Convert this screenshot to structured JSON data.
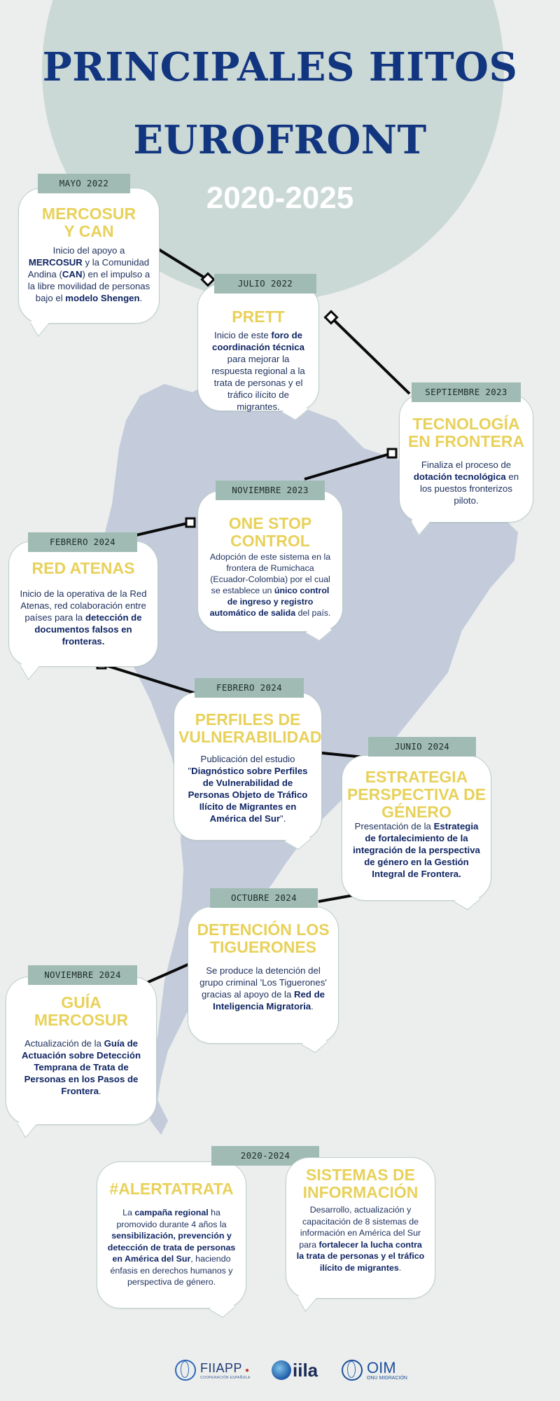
{
  "header": {
    "title_line1": "PRINCIPALES HITOS",
    "title_line2": "EUROFRONT",
    "years": "2020-2025"
  },
  "colors": {
    "title": "#123580",
    "accent_yellow": "#e8d15a",
    "date_bg": "#9fbbb3",
    "circle": "#cbd9d6",
    "map": "#c4ccdc",
    "body_text": "#1c2f5c"
  },
  "milestones": [
    {
      "date": "MAYO 2022",
      "title": "MERCOSUR\nY CAN",
      "text": [
        [
          "Inicio del apoyo a ",
          false
        ],
        [
          "MERCOSUR",
          true
        ],
        [
          " y la Comunidad Andina (",
          false
        ],
        [
          "CAN",
          true
        ],
        [
          ") en el impulso a la libre movilidad de personas bajo el ",
          false
        ],
        [
          "modelo Shengen",
          true
        ],
        [
          ".",
          false
        ]
      ]
    },
    {
      "date": "JULIO 2022",
      "title": "PRETT",
      "text": [
        [
          "Inicio de este ",
          false
        ],
        [
          "foro de coordinación técnica",
          true
        ],
        [
          " para mejorar la respuesta regional a la trata de personas y el tráfico ilícito de migrantes.",
          false
        ]
      ]
    },
    {
      "date": "SEPTIEMBRE 2023",
      "title": "TECNOLOGÍA\nEN FRONTERA",
      "text": [
        [
          "Finaliza el proceso de ",
          false
        ],
        [
          "dotación tecnológica",
          true
        ],
        [
          " en los puestos fronterizos piloto.",
          false
        ]
      ]
    },
    {
      "date": "NOVIEMBRE 2023",
      "title": "ONE STOP\nCONTROL",
      "text": [
        [
          "Adopción de este sistema en la frontera de Rumichaca (Ecuador-Colombia) por el cual se establece un ",
          false
        ],
        [
          "único control de ingreso y registro automático de salida",
          true
        ],
        [
          " del país.",
          false
        ]
      ]
    },
    {
      "date": "FEBRERO 2024",
      "title": "RED ATENAS",
      "text": [
        [
          "Inicio de la operativa de la Red Atenas, red colaboración entre países para la ",
          false
        ],
        [
          "detección de documentos falsos en fronteras.",
          true
        ]
      ]
    },
    {
      "date": "FEBRERO 2024",
      "title": "PERFILES DE\nVULNERABILIDAD",
      "text": [
        [
          "Publicación del estudio \"",
          false
        ],
        [
          "Diagnóstico sobre Perfiles de Vulnerabilidad de Personas Objeto de Tráfico Ilícito de Migrantes en América del Sur",
          true
        ],
        [
          "\".",
          false
        ]
      ]
    },
    {
      "date": "JUNIO 2024",
      "title": "ESTRATEGIA\nPERSPECTIVA DE\nGÉNERO",
      "text": [
        [
          "Presentación de la ",
          false
        ],
        [
          "Estrategia de fortalecimiento de la integración de la perspectiva de género en la Gestión Integral de Frontera.",
          true
        ]
      ]
    },
    {
      "date": "OCTUBRE 2024",
      "title": "DETENCIÓN LOS\nTIGUERONES",
      "text": [
        [
          "Se produce la detención del grupo criminal 'Los Tiguerones' gracias al apoyo de la ",
          false
        ],
        [
          "Red de Inteligencia Migratoria",
          true
        ],
        [
          ".",
          false
        ]
      ]
    },
    {
      "date": "NOVIEMBRE 2024",
      "title": "GUÍA\nMERCOSUR",
      "text": [
        [
          "Actualización de la ",
          false
        ],
        [
          "Guía de Actuación sobre Detección Temprana de Trata de Personas en los Pasos de Frontera",
          true
        ],
        [
          ".",
          false
        ]
      ]
    },
    {
      "date": "2020-2024",
      "title": "#ALERTATRATA",
      "text": [
        [
          "La ",
          false
        ],
        [
          "campaña regional",
          true
        ],
        [
          " ha promovido durante 4 años la ",
          false
        ],
        [
          "sensibilización, prevención y detección de trata de personas en América del Sur",
          true
        ],
        [
          ", haciendo énfasis en derechos humanos y perspectiva de género.",
          false
        ]
      ]
    },
    {
      "date": "",
      "title": "SISTEMAS DE\nINFORMACIÓN",
      "text": [
        [
          "Desarrollo, actualización y capacitación de 8 sistemas de información en América del Sur para ",
          false
        ],
        [
          "fortalecer la lucha contra la trata de personas y el tráfico ilícito de migrantes",
          true
        ],
        [
          ".",
          false
        ]
      ]
    }
  ],
  "footer": {
    "fiiapp": "FIIAPP",
    "fiiapp_sub": "COOPERACIÓN ESPAÑOLA",
    "iila": "iila",
    "oim": "OIM",
    "oim_sub": "ONU MIGRACIÓN"
  }
}
